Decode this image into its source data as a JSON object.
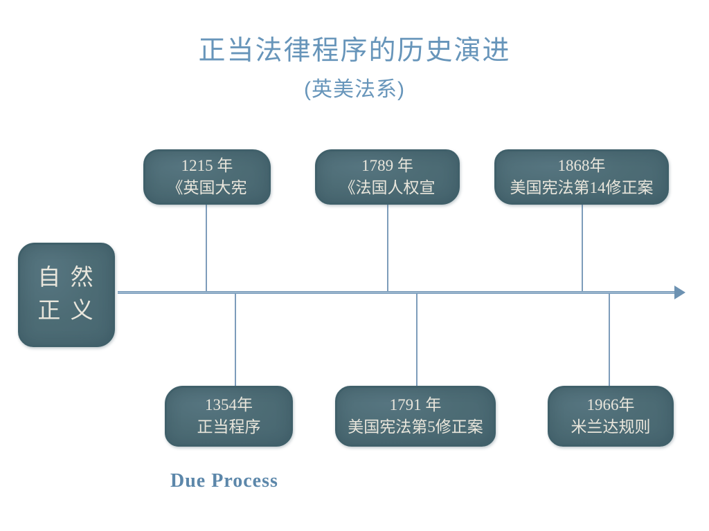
{
  "title": {
    "main": "正当法律程序的历史演进",
    "subtitle": "(英美法系)"
  },
  "origin_box": {
    "line1": "自 然",
    "line2": "正 义"
  },
  "events_top": [
    {
      "line1": "1215 年",
      "line2": "《英国大宪"
    },
    {
      "line1": "1789 年",
      "line2": "《法国人权宣"
    },
    {
      "line1": "1868年",
      "line2": "美国宪法第14修正案"
    }
  ],
  "events_bottom": [
    {
      "line1": "1354年",
      "line2": "正当程序"
    },
    {
      "line1": "1791 年",
      "line2": "美国宪法第5修正案"
    },
    {
      "line1": "1966年",
      "line2": "米兰达规则"
    }
  ],
  "footer": {
    "label": "Due Process"
  },
  "colors": {
    "title_text": "#6795ba",
    "box_fill": "#4d6c75",
    "box_border": "#40606a",
    "box_text": "#e9e6dc",
    "timeline_line": "#7d9cba",
    "arrowhead": "#6d92b2",
    "footer_text": "#5c87aa",
    "background": "#ffffff"
  }
}
